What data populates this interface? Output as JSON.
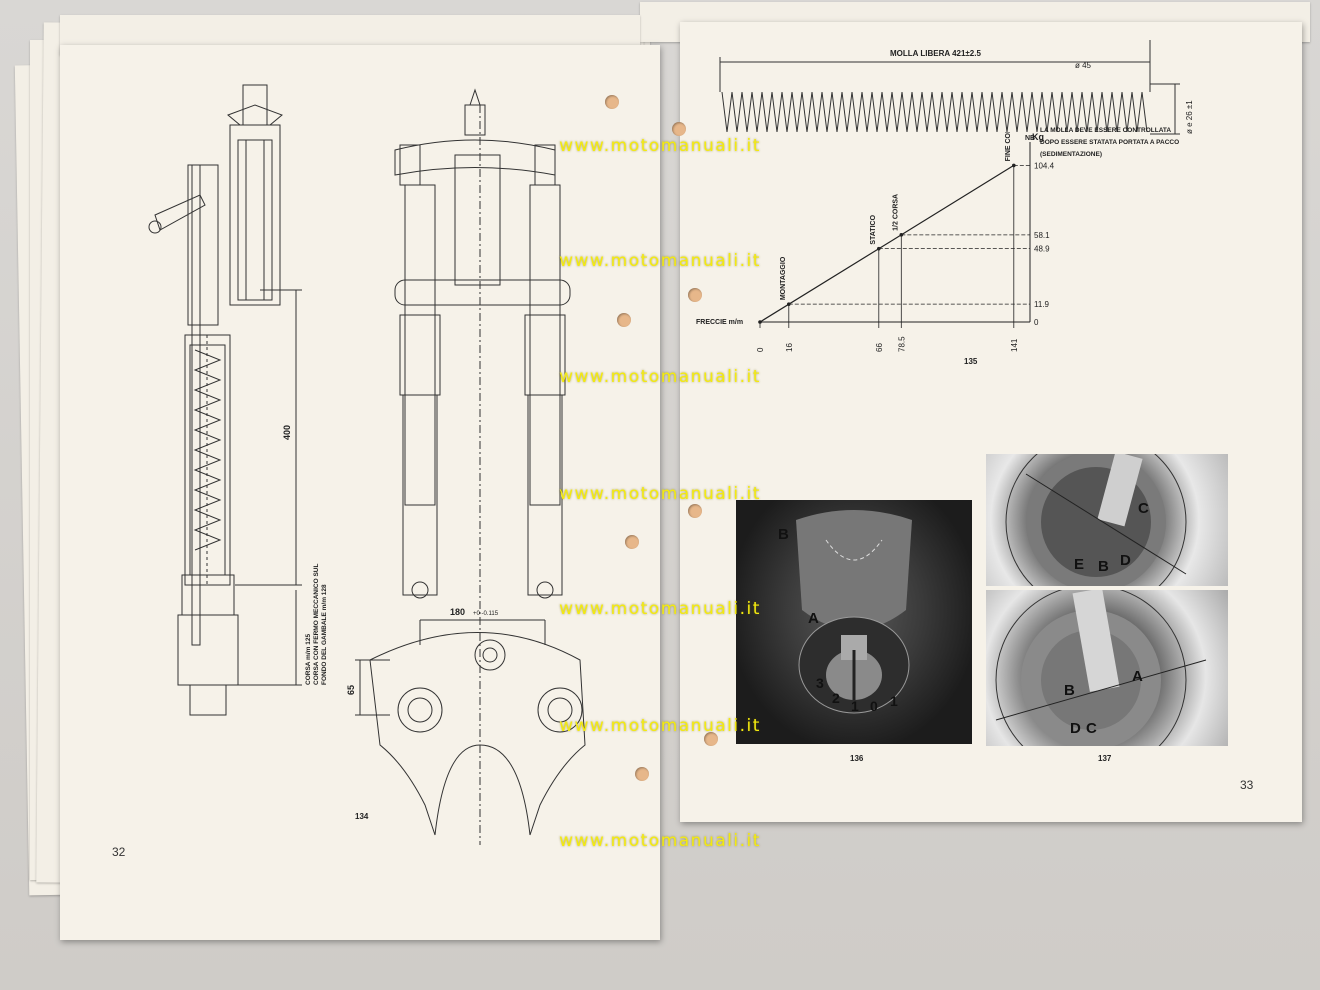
{
  "left_page": {
    "page_number": "32",
    "figure_number": "134",
    "dims": {
      "height": "400",
      "stroke_line1": "CORSA m/m 125",
      "stroke_line2": "CORSA CON FERMO MECCANICO SUL",
      "stroke_line3": "FONDO DEL GAMBALE m/m 128",
      "width": "180",
      "width_tol": "+0 -0.115",
      "offset": "65"
    }
  },
  "right_page": {
    "page_number": "33",
    "spring": {
      "free_length": "MOLLA LIBERA  421±2.5",
      "wire_dia": "ø 45",
      "outer_dia": "ø e 26 ±1"
    },
    "note_marker": "NB",
    "note_lines": [
      "LA MOLLA DEVE ESSERE CONTROLLATA",
      "DOPO ESSERE STATATA PORTATA A PACCO",
      "(SEDIMENTAZIONE)"
    ],
    "figure_135": "135",
    "figure_136": "136",
    "figure_137": "137"
  },
  "chart_data": {
    "type": "line",
    "xlabel": "FRECCIE m/m",
    "ylabel": "Kg",
    "x": [
      0,
      16,
      66,
      78.5,
      141
    ],
    "y": [
      0,
      11.9,
      48.9,
      58.1,
      104.4
    ],
    "x_ticks": [
      "0",
      "16",
      "66",
      "78.5",
      "141"
    ],
    "y_ticks": [
      "0",
      "11.9",
      "48.9",
      "58.1",
      "104.4"
    ],
    "annotations": [
      "MONTAGGIO",
      "STATICO",
      "1/2 CORSA",
      "FINE CORSA"
    ]
  },
  "photo_labels": {
    "p136": [
      "B",
      "A",
      "3",
      "2",
      "1",
      "0",
      "1"
    ],
    "p137_top": [
      "C",
      "E",
      "B",
      "D"
    ],
    "p137_bottom": [
      "A",
      "B",
      "D",
      "C"
    ]
  },
  "watermarks": [
    "www.motomanuali.it",
    "www.motomanuali.it",
    "www.motomanuali.it",
    "www.motomanuali.it",
    "www.motomanuali.it",
    "www.motomanuali.it",
    "www.motomanuali.it"
  ]
}
